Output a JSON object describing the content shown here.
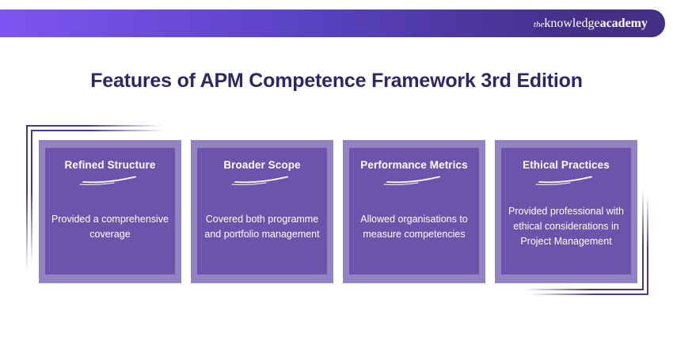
{
  "banner": {
    "logo": {
      "the": "the",
      "knowledge": "knowledge",
      "academy": "academy"
    }
  },
  "title": "Features of APM Competence Framework 3rd Edition",
  "cards": [
    {
      "title": "Refined Structure",
      "body": "Provided a comprehensive coverage"
    },
    {
      "title": "Broader Scope",
      "body": "Covered both programme and portfolio management"
    },
    {
      "title": "Performance Metrics",
      "body": "Allowed organisations to measure competencies"
    },
    {
      "title": "Ethical Practices",
      "body": "Provided professional with ethical considerations in Project Management"
    }
  ],
  "colors": {
    "banner_start": "#7e55f2",
    "banner_mid": "#5a43c4",
    "banner_end": "#433085",
    "card_main": "#6d54aa",
    "card_halo": "#9284c3",
    "title_color": "#2d2765",
    "line_color": "#453a92",
    "card_text": "#ffffff"
  }
}
